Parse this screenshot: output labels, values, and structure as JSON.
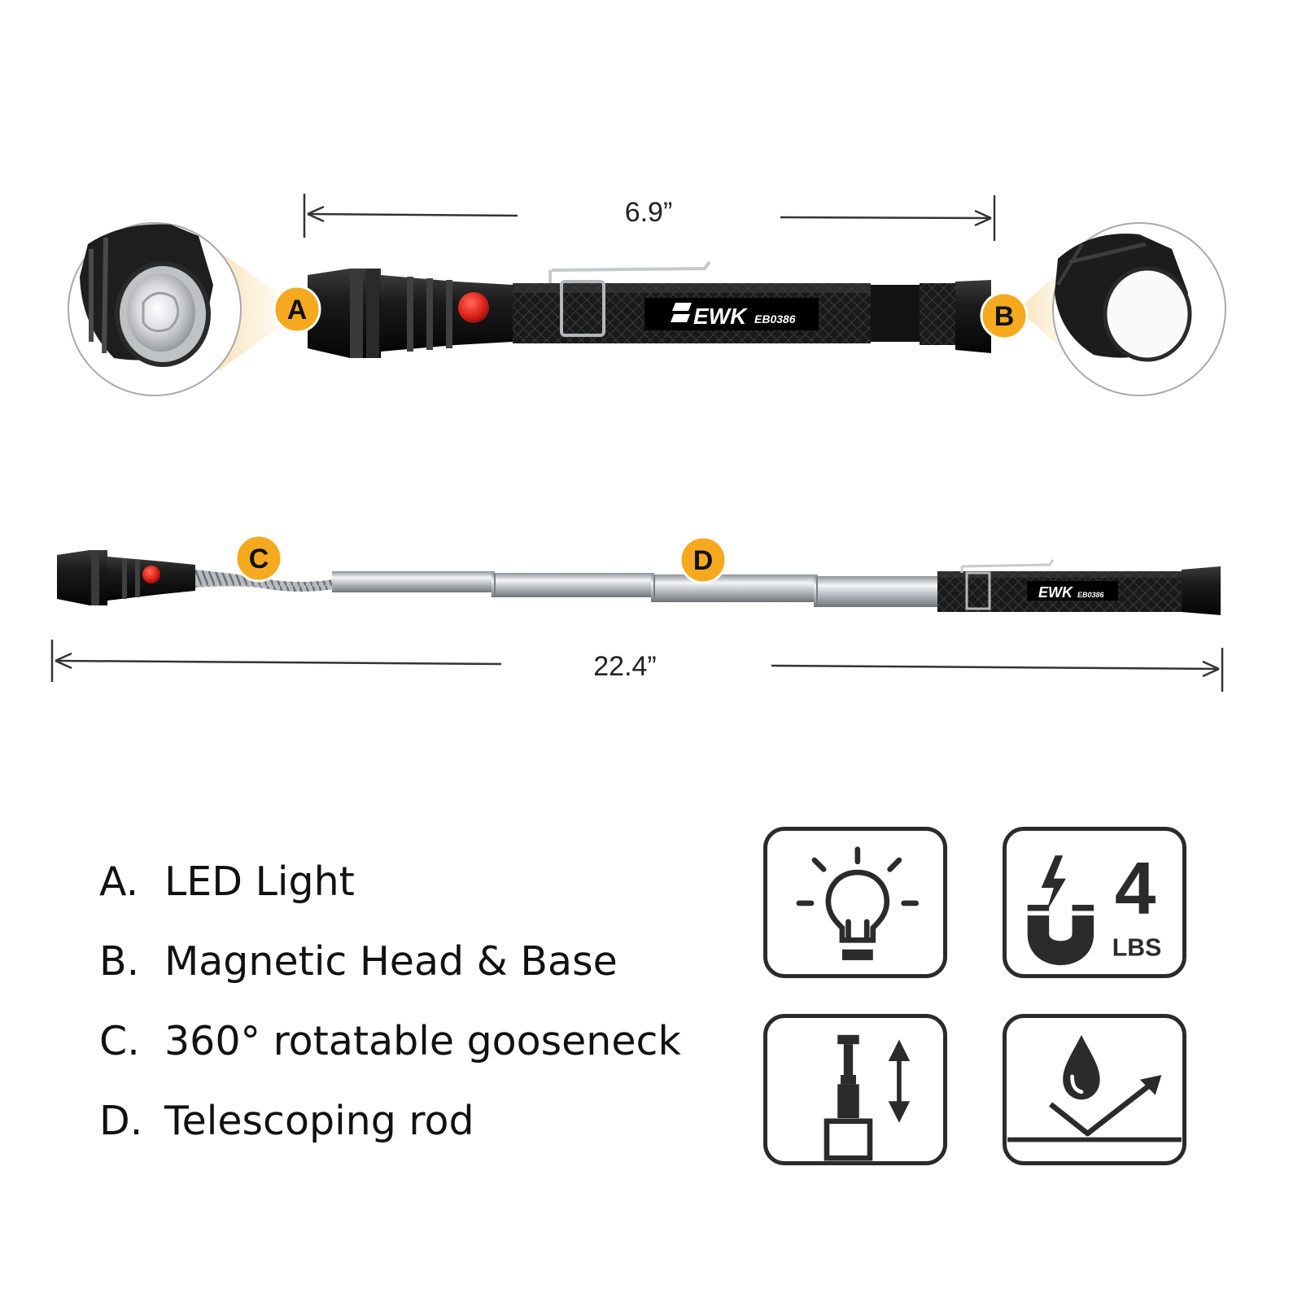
{
  "dimensions": {
    "collapsed_length": "6.9”",
    "extended_length": "22.4”"
  },
  "brand": {
    "logo": "EWK",
    "model": "EB0386"
  },
  "callouts": {
    "a": "A",
    "b": "B",
    "c": "C",
    "d": "D"
  },
  "legend": [
    {
      "letter": "A.",
      "text": "LED Light"
    },
    {
      "letter": "B.",
      "text": "Magnetic Head & Base"
    },
    {
      "letter": "C.",
      "text": "360° rotatable gooseneck"
    },
    {
      "letter": "D.",
      "text": "Telescoping rod"
    }
  ],
  "features": {
    "magnet": {
      "value": "4",
      "unit": "LBS"
    },
    "icons": [
      "light-bulb-icon",
      "magnet-icon",
      "telescoping-icon",
      "waterproof-icon"
    ]
  },
  "colors": {
    "badge": "#f4a91f",
    "body": "#151515",
    "button": "#e0251b",
    "rod": "#c9cdd1"
  }
}
